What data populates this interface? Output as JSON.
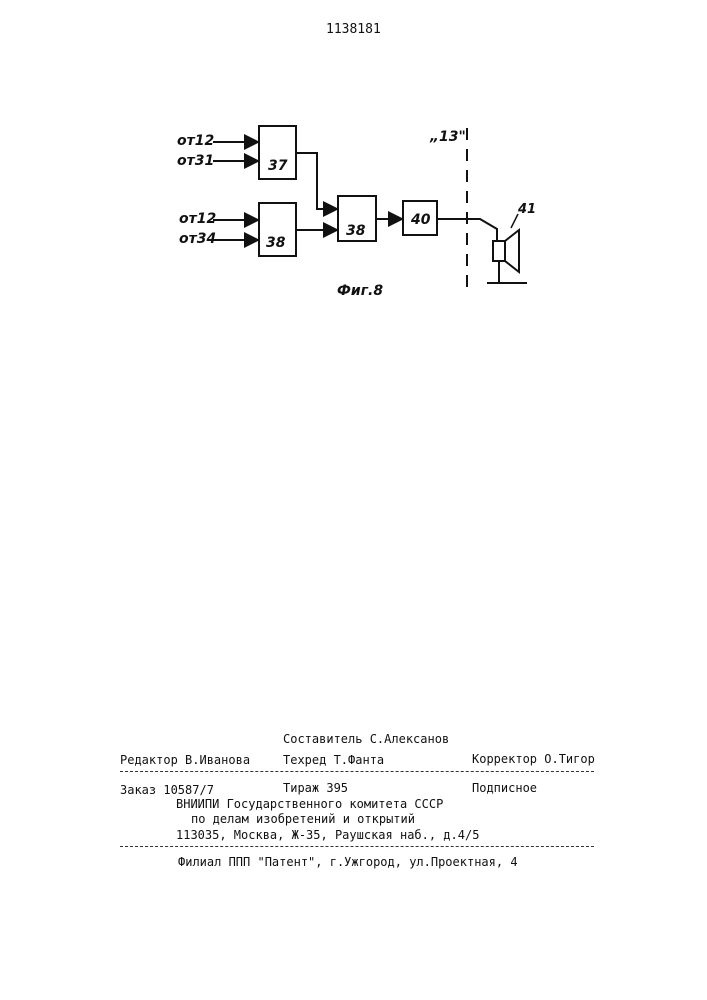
{
  "header": {
    "patent_number": "1138181"
  },
  "figure": {
    "inputs": [
      "от12",
      "от31",
      "от12",
      "от34"
    ],
    "blocks": {
      "b37": "37",
      "b38a": "38",
      "b38b": "38",
      "b40": "40"
    },
    "boundary_label": "„13\"",
    "speaker_label": "41",
    "caption": "Фиг.8"
  },
  "footer": {
    "composer": "Составитель С.Алексанов",
    "editor": "Редактор В.Иванова",
    "techred": "Техред Т.Фанта",
    "corrector": "Корректор О.Тигор",
    "order": "Заказ 10587/7",
    "circulation": "Тираж 395",
    "subscription": "Подписное",
    "org_line1": "ВНИИПИ Государственного комитета СССР",
    "org_line2": "по делам изобретений и открытий",
    "org_line3": "113035, Москва, Ж-35, Раушская наб., д.4/5",
    "branch": "Филиал ППП \"Патент\", г.Ужгород, ул.Проектная, 4"
  }
}
